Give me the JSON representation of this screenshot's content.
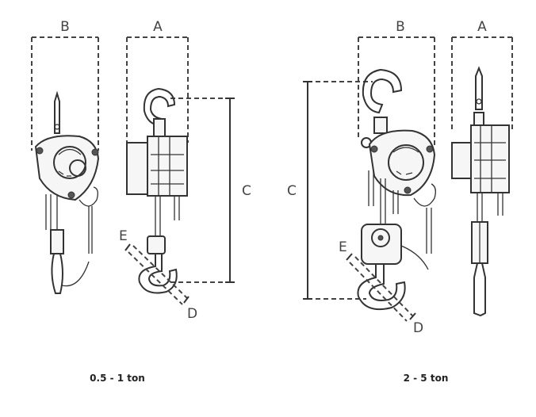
{
  "diagram": {
    "small_hoist": {
      "caption": "0.5 - 1 ton",
      "labels": {
        "b": "B",
        "a": "A",
        "c": "C",
        "d": "D",
        "e": "E"
      }
    },
    "large_hoist": {
      "caption": "2 - 5 ton",
      "labels": {
        "b": "B",
        "a": "A",
        "c": "C",
        "d": "D",
        "e": "E"
      }
    }
  }
}
